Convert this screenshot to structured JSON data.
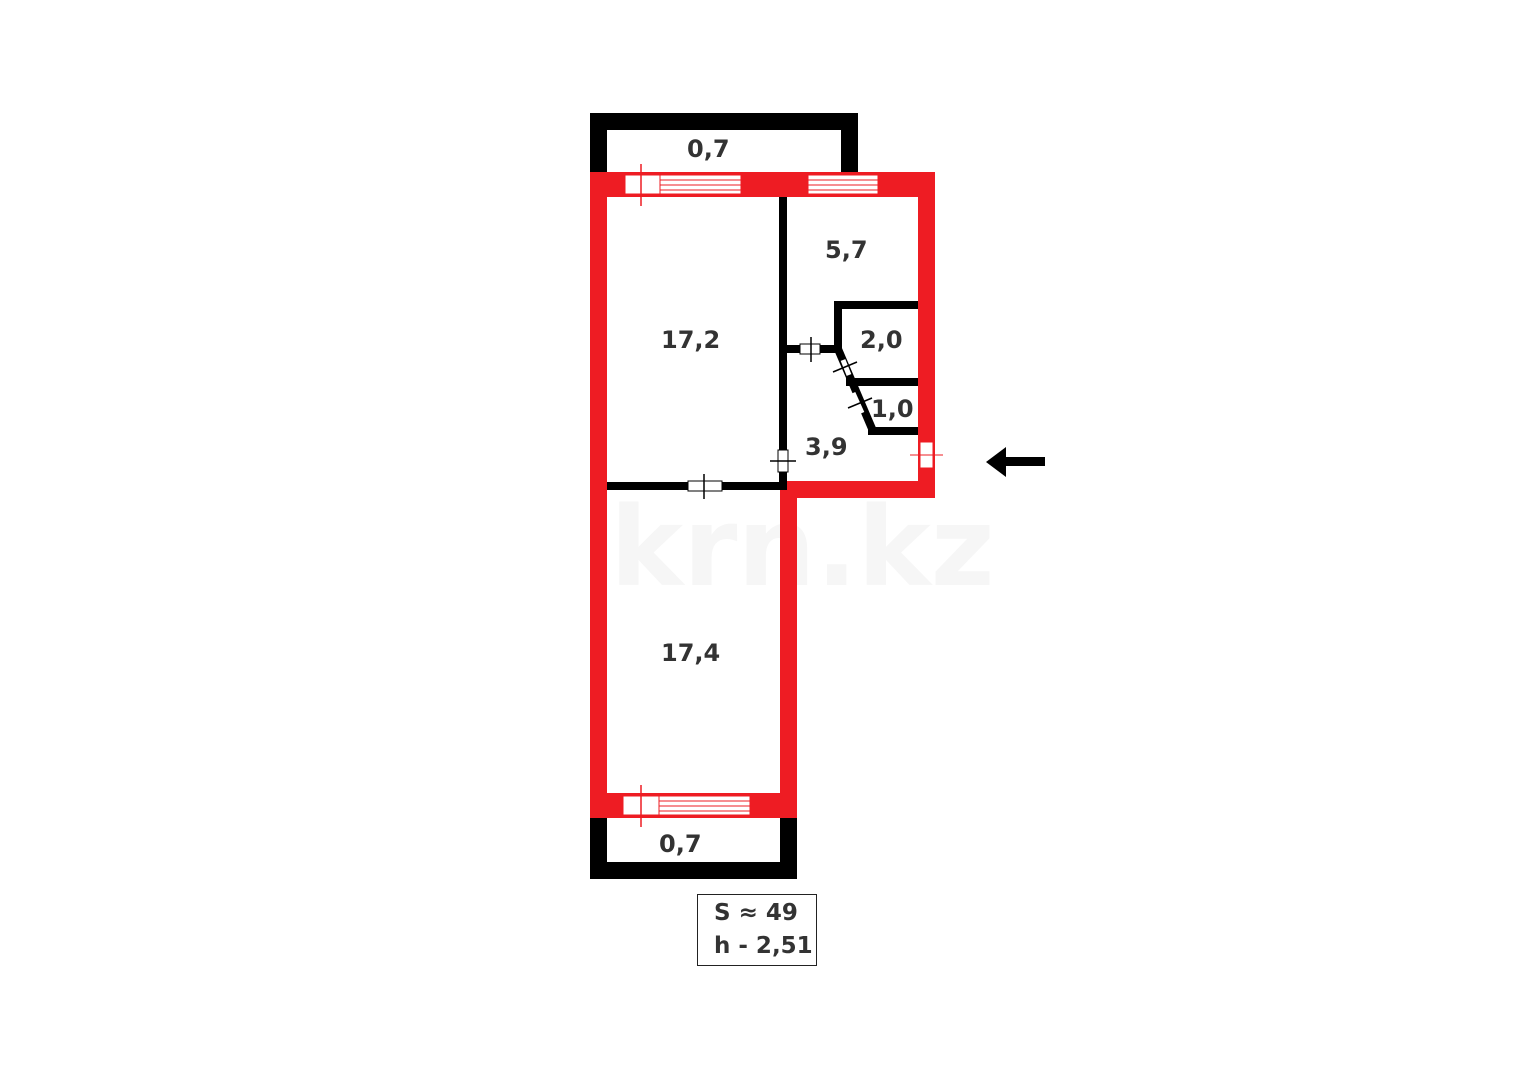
{
  "plan": {
    "wall_colors": {
      "exterior": "#ee1c23",
      "interior": "#000000",
      "balcony": "#000000"
    },
    "rooms": [
      {
        "id": "balcony-top",
        "area": "0,7"
      },
      {
        "id": "room-top-left",
        "area": "17,2"
      },
      {
        "id": "kitchen",
        "area": "5,7"
      },
      {
        "id": "bathroom",
        "area": "2,0"
      },
      {
        "id": "toilet",
        "area": "1,0"
      },
      {
        "id": "hallway",
        "area": "3,9"
      },
      {
        "id": "room-bottom-left",
        "area": "17,4"
      },
      {
        "id": "balcony-bottom",
        "area": "0,7"
      }
    ],
    "entrance_arrow": "left-arrow-icon",
    "watermark": "krn.kz"
  },
  "info": {
    "area_line": "S ≈ 49",
    "height_line": "h - 2,51"
  }
}
